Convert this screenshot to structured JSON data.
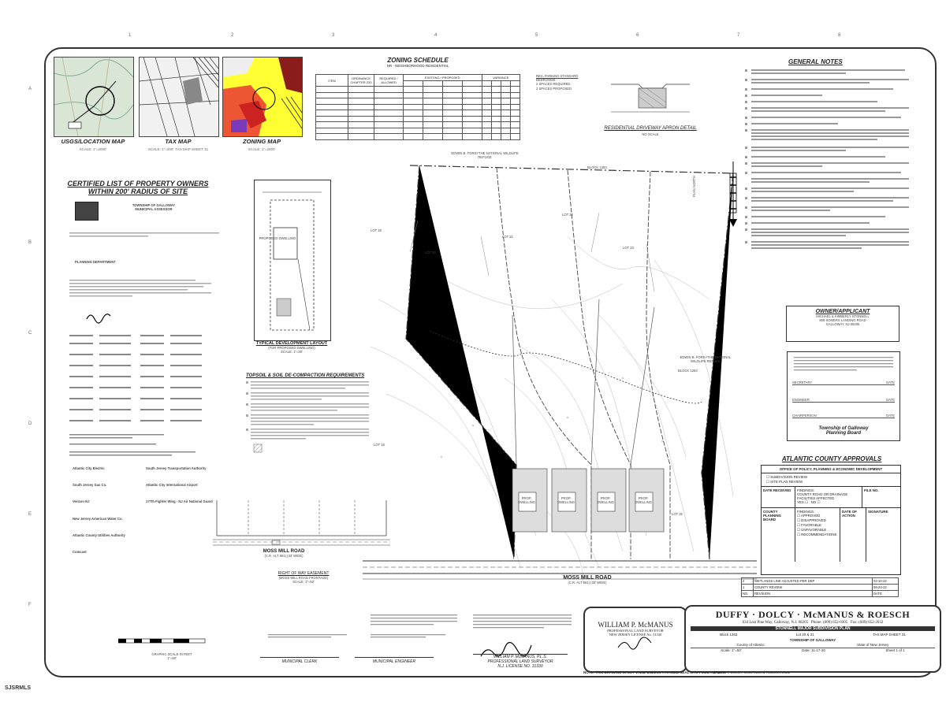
{
  "locator_maps": {
    "usgs": {
      "caption": "USGS/LOCATION MAP",
      "scale": "SCALE: 1\"=2000'"
    },
    "tax": {
      "caption": "TAX MAP",
      "scale": "SCALE: 1\"=200'",
      "sheet": "TAX MAP SHEET 31"
    },
    "zoning": {
      "caption": "ZONING MAP",
      "scale": "SCALE: 1\"=2000'"
    }
  },
  "zoning_schedule": {
    "title": "ZONING SCHEDULE",
    "subtitle": "NR - NEIGHBORHOOD RESIDENTIAL",
    "headers": [
      "ITEM",
      "ORDINANCE CHAPTER 233",
      "REQUIRED / ALLOWED",
      "EXISTING / PROPOSED",
      "VARIANCE"
    ]
  },
  "parking_legend": {
    "title": "RES. PARKING STANDARD",
    "items": [
      "BEDROOMS",
      "2 SPACES REQUIRED",
      "2 SPACES PROPOSED"
    ]
  },
  "driveway_detail": {
    "caption": "RESIDENTIAL DRIVEWAY APRON DETAIL",
    "scale": "NO SCALE"
  },
  "general_notes": {
    "title": "GENERAL NOTES"
  },
  "owners_list": {
    "title_1": "CERTIFIED LIST OF PROPERTY OWNERS",
    "title_2": "WITHIN 200' RADIUS OF SITE",
    "township": "TOWNSHIP OF GALLOWAY",
    "office": "MUNICIPAL ASSESSOR",
    "dept": "PLANNING DEPARTMENT"
  },
  "utilities": [
    "Atlantic City Electric",
    "South Jersey Gas Co.",
    "Verizon NJ",
    "New Jersey American Water Co.",
    "Atlantic County Utilities Authority",
    "Comcast",
    "South Jersey Transportation Authority",
    "Atlantic City International Airport",
    "177th Fighter Wing - NJ Air National Guard"
  ],
  "typical_layout": {
    "caption_1": "TYPICAL DEVELOPMENT LAYOUT",
    "caption_2": "(FOR PROPOSED DWELLING)",
    "scale": "SCALE: 1\"=30'",
    "dwelling": "PROPOSED DWELLING"
  },
  "topsoil": {
    "title": "TOPSOIL & SOIL DE-COMPACTION REQUIREMENTS"
  },
  "row_easement": {
    "title": "RIGHT OF WAY EASEMENT",
    "subtitle": "(MOSS MILL ROAD FRONTAGE)",
    "scale": "SCALE: 1\"=50'"
  },
  "plan": {
    "road_left": "MOSS MILL ROAD",
    "road_left_sub": "(C.R. ALT 561) (33' WIDE)",
    "road_main": "MOSS MILL ROAD",
    "road_main_sub": "(C.R. ALT 561) (33' WIDE)",
    "wildlife_top": "EDWIN B. FORSYTHE NATIONAL WILDLIFE REFUGE",
    "wildlife_right": "EDWIN B. FORSYTHE NATIONAL WILDLIFE REFUGE",
    "lot_labels": [
      "LOT 20",
      "LOT 21",
      "LOT 22",
      "LOT 23"
    ],
    "dwelling_label": "PROP. DWELLING",
    "lot_18": "LOT 18",
    "lot_32": "LOT 32",
    "block": "BLOCK 1263",
    "north_label": "PLAN NORTH"
  },
  "owner": {
    "title": "OWNER/APPLICANT",
    "line1": "MICHAEL & KIMBERLY STONNELL",
    "line2": "808 SOMERS LANDING ROAD",
    "line3": "GALLOWAY, NJ 08205"
  },
  "planning_board": {
    "line1": "Township of Galloway",
    "line2": "Planning Board",
    "sig_labels": [
      "SECRETARY",
      "DATE",
      "ENGINEER",
      "DATE",
      "CHAIRPERSON",
      "DATE"
    ]
  },
  "county": {
    "title": "ATLANTIC COUNTY APPROVALS",
    "office": "OFFICE OF POLICY, PLANNING & ECONOMIC DEVELOPMENT",
    "opts": [
      "SUBDIVISION REVIEW",
      "SITE PLAN REVIEW"
    ],
    "received": "DATE RECEIVED",
    "findings": "FINDINGS:",
    "county_road": "COUNTY ROAD OR DRAINAGE FACILITIES AFFECTED",
    "yes": "YES",
    "no": "NO",
    "file_no": "FILE NO.",
    "board": "COUNTY PLANNING BOARD",
    "date_action": "DATE OF ACTION",
    "signature": "SIGNATURE",
    "findings_list": [
      "APPROVED",
      "DISAPPROVED",
      "FAVORABLE",
      "UNFAVORABLE",
      "RECOMMENDATIONS"
    ]
  },
  "revisions": [
    {
      "no": "2",
      "desc": "WETLANDS LINE ADJUSTED PER DEP",
      "date": "02-10-22"
    },
    {
      "no": "1",
      "desc": "COUNTY REVIEW",
      "date": "06-24-22"
    },
    {
      "no": "NO.",
      "desc": "REVISION",
      "date": "DATE"
    }
  ],
  "surveyor": {
    "name": "WILLIAM P. McMANUS",
    "title": "PROFESSIONAL LAND SURVEYOR",
    "license": "NEW JERSEY LICENSE No. 31330",
    "stamp_name": "WILLIAM P. McMANUS, P.L.S.",
    "stamp_title": "PROFESSIONAL LAND SURVEYOR",
    "stamp_lic": "N.J. LICENSE NO. 31330"
  },
  "firm": {
    "name": "DUFFY · DOLCY · McMANUS & ROESCH",
    "address": "634 Lost Pine Way, Galloway, N.J. 08205",
    "phone": "Phone: (609) 652-0305",
    "fax": "Fax: (609) 652-2032"
  },
  "title_block": {
    "project": "STONNELL MAJOR SUBDIVISION PLAN",
    "block": "Block 1263",
    "lots": "Lot 20 & 21",
    "tax_sheet": "TAX MAP SHEET 31",
    "township": "TOWNSHIP OF GALLOWAY",
    "county": "County of Atlantic",
    "state": "State of New Jersey",
    "sheet": "Sheet 1 of 1",
    "scale": "Scale: 1\"=50'",
    "date": "Date: 11-17-20",
    "copyright": "© DUFFY, DOLCY, McMANUS & ROESCH 2022"
  },
  "municipal_sigs": {
    "clerk": "MUNICIPAL CLERK",
    "engineer": "MUNICIPAL ENGINEER"
  },
  "bottom_note": "NOTE: THIS DRAWING IS NOT VALID UNLESS A RAISED SEAL IS AFFIXED HERETO.",
  "graphic_scale": {
    "label": "GRAPHIC SCALE IN FEET",
    "ratio": "1\"=50'"
  },
  "watermark": "SJSRMLS"
}
